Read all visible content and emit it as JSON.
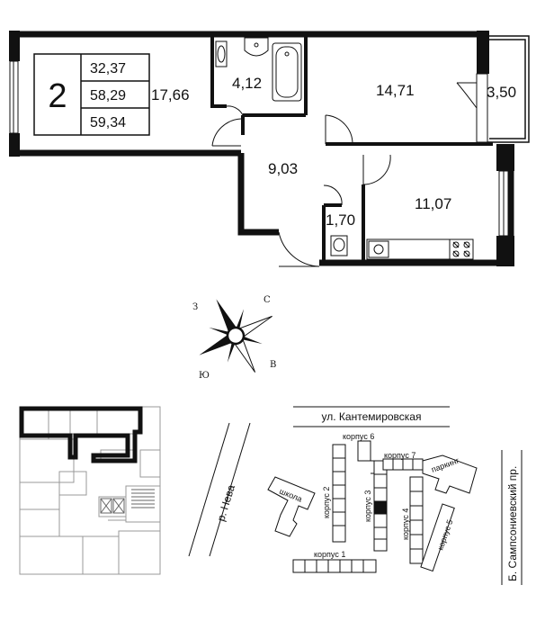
{
  "apartment": {
    "rooms_count": "2",
    "areas_summary": [
      "32,37",
      "58,29",
      "59,34"
    ]
  },
  "rooms": {
    "living_room": "17,66",
    "bathroom": "4,12",
    "bedroom": "14,71",
    "balcony": "3,50",
    "hall": "9,03",
    "kitchen": "11,07",
    "wc": "1,70"
  },
  "compass": {
    "north": "С",
    "east": "В",
    "south": "Ю",
    "west": "З"
  },
  "site_plan": {
    "street_top": "ул. Кантемировская",
    "street_right": "Б. Сампсониевский пр.",
    "river": "р. Нева",
    "buildings": [
      "корпус 1",
      "корпус 2",
      "корпус 3",
      "корпус 4",
      "корпус 5",
      "корпус 6",
      "корпус 7"
    ],
    "school": "школа",
    "parking": "паркинг"
  }
}
